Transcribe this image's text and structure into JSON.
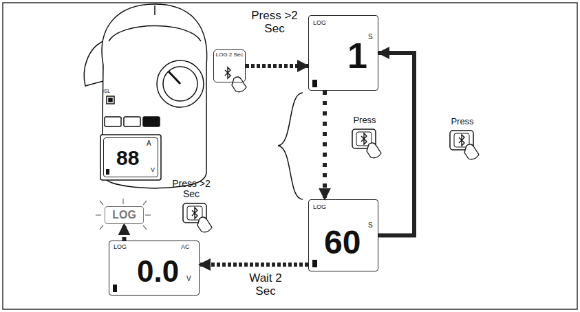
{
  "diagram": {
    "nodes": [
      {
        "text": [
          "A",
          "88",
          "V"
        ]
      },
      {
        "text": [
          "LOG 2 Sec"
        ]
      },
      {
        "text": [
          "LOG",
          "1",
          "S"
        ]
      },
      {
        "text": [
          "LOG",
          "60",
          "S"
        ]
      },
      {
        "text": [
          "LOG"
        ]
      },
      {
        "text": [
          "LOG",
          "AC",
          "0.0",
          "V"
        ]
      }
    ],
    "edges": [
      {
        "from": 1,
        "to": 2,
        "label": "Press >2 Sec",
        "arrow": "to"
      },
      {
        "from": 2,
        "to": 3,
        "label": "Press",
        "arrow": "to"
      },
      {
        "from": 3,
        "to": 2,
        "label": "Press",
        "arrow": "to"
      },
      {
        "from": 3,
        "to": 5,
        "label": "Wait 2 Sec",
        "arrow": "to"
      },
      {
        "from": 5,
        "to": 4,
        "label": "Press >2 Sec",
        "arrow": "to"
      }
    ],
    "labels": [
      "ISL"
    ]
  }
}
